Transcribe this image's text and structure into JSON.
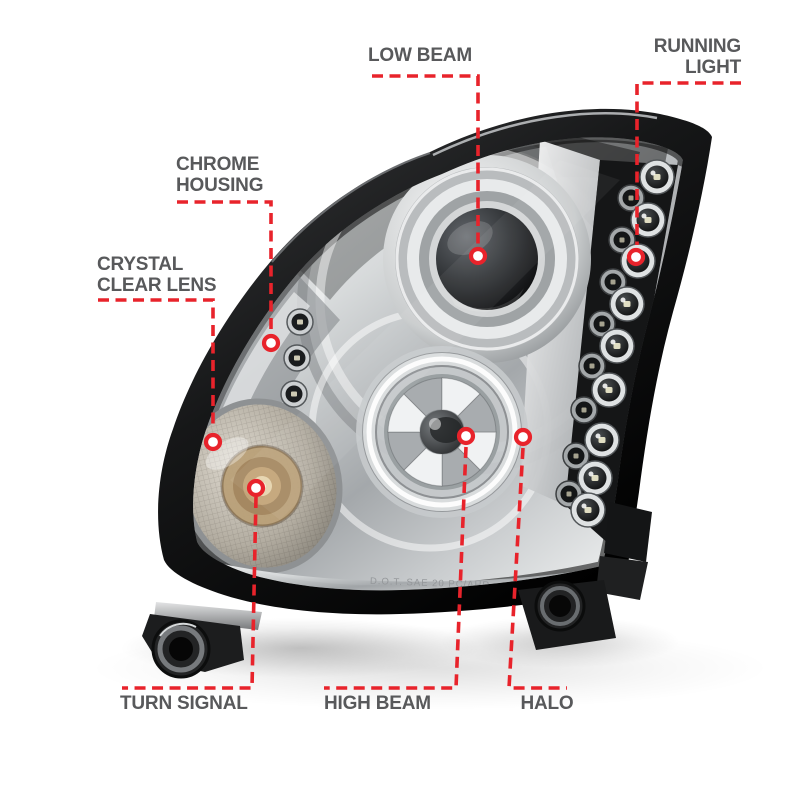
{
  "page": {
    "background_color": "#ffffff",
    "description": "Annotated product photo of a chrome halo projector headlight, front three-quarter view"
  },
  "diagram": {
    "subject": "Chrome projector headlight with halo rings, LED running lights and clear lens",
    "lens_marking": "D.O.T. SAE 20 PC/AHR",
    "annotation": {
      "line_color": "#e8232b",
      "marker_fill": "#ffffff",
      "label_color": "#58595b"
    },
    "callouts": [
      {
        "id": "low-beam",
        "label": "LOW BEAM",
        "target": "low-beam-projector-lens"
      },
      {
        "id": "running-light",
        "label": "RUNNING\nLIGHT",
        "target": "led-running-light-strip"
      },
      {
        "id": "chrome-housing",
        "label": "CHROME\nHOUSING",
        "target": "chrome-housing"
      },
      {
        "id": "crystal-clear-lens",
        "label": "CRYSTAL\nCLEAR LENS",
        "target": "crystal-clear-lens"
      },
      {
        "id": "turn-signal",
        "label": "TURN SIGNAL",
        "target": "turn-signal-lamp"
      },
      {
        "id": "high-beam",
        "label": "HIGH BEAM",
        "target": "high-beam-reflector"
      },
      {
        "id": "halo",
        "label": "HALO",
        "target": "halo-ring"
      }
    ]
  }
}
